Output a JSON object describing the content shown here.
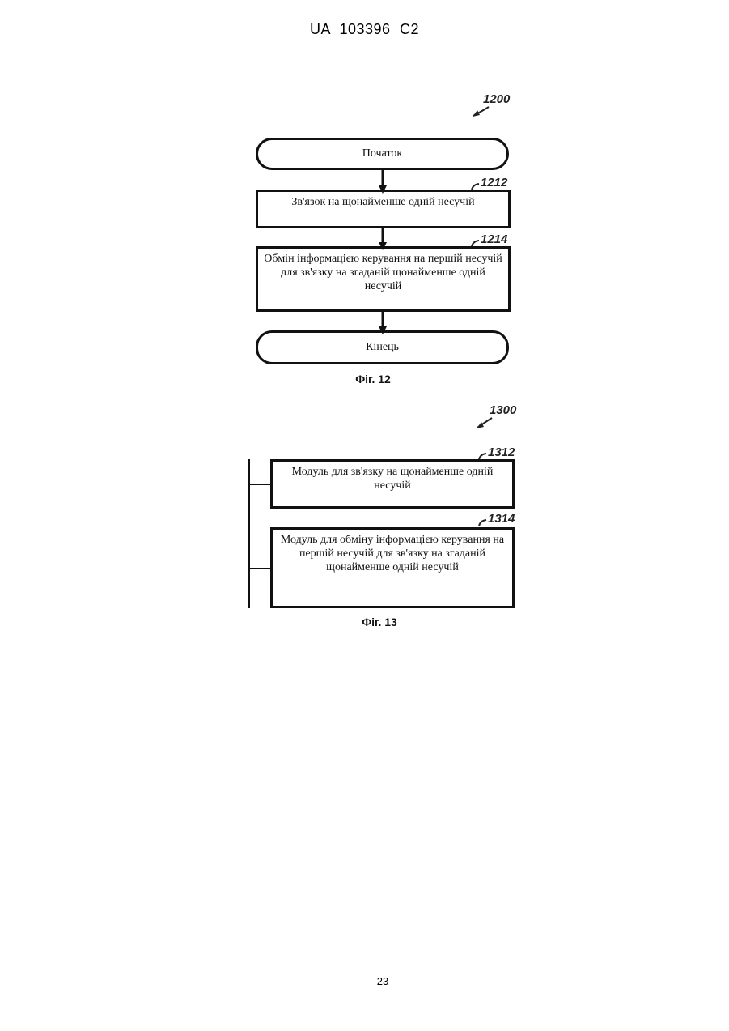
{
  "header": {
    "document_number": "UA   103396   C2"
  },
  "figure12": {
    "ref": "1200",
    "start_label": "Початок",
    "step1": {
      "ref": "1212",
      "text": "Зв'язок на щонайменше одній несучій"
    },
    "step2": {
      "ref": "1214",
      "text": "Обмін інформацією керування на першій несучій для зв'язку на згаданій щонайменше одній несучій"
    },
    "end_label": "Кінець",
    "caption": "Фіг. 12"
  },
  "figure13": {
    "ref": "1300",
    "module1": {
      "ref": "1312",
      "text": "Модуль для зв'язку на щонайменше одній несучій"
    },
    "module2": {
      "ref": "1314",
      "text": "Модуль для обміну інформацією керування на першій несучій для зв'язку на згаданій щонайменше одній несучій"
    },
    "caption": "Фіг. 13"
  },
  "footer": {
    "page_number": "23"
  }
}
